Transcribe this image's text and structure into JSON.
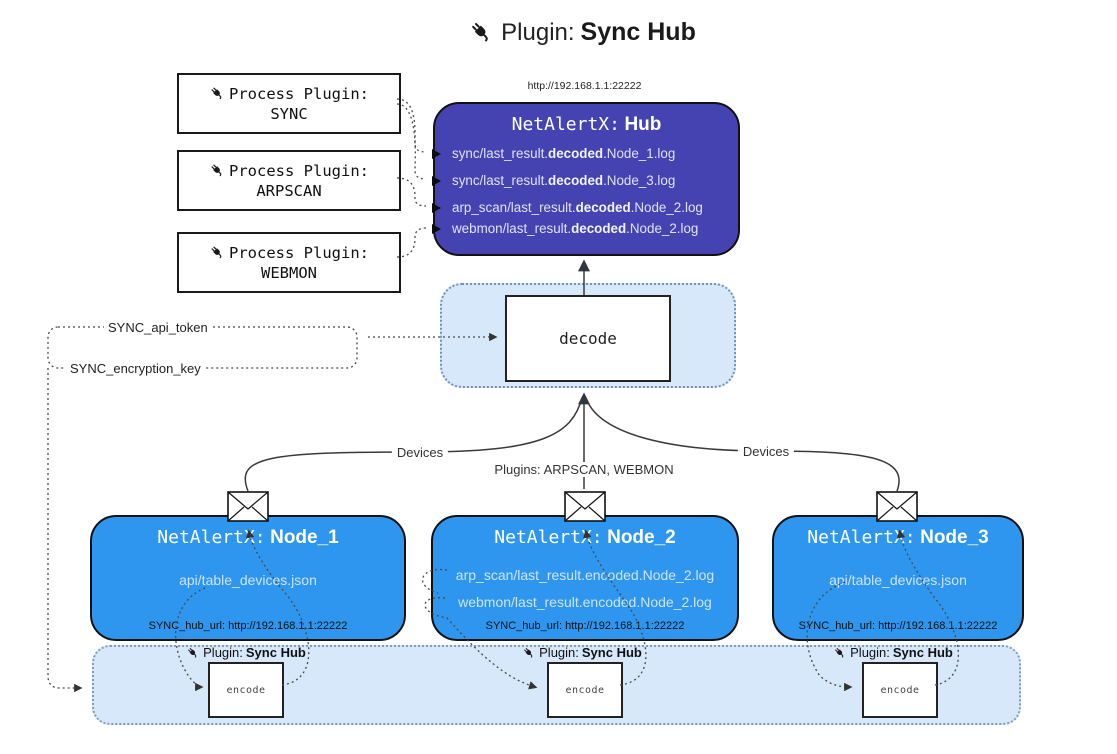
{
  "title": {
    "label": "Plugin:",
    "name": "Sync Hub"
  },
  "process_plugins": [
    {
      "label": "Process Plugin:",
      "name": "SYNC"
    },
    {
      "label": "Process Plugin:",
      "name": "ARPSCAN"
    },
    {
      "label": "Process Plugin:",
      "name": "WEBMON"
    }
  ],
  "hub": {
    "url": "http://192.168.1.1:22222",
    "title_label": "NetAlertX:",
    "title_name": "Hub",
    "entries": [
      {
        "pre": "sync/last_result.",
        "bold": "decoded",
        "post": ".Node_1.log"
      },
      {
        "pre": "sync/last_result.",
        "bold": "decoded",
        "post": ".Node_3.log"
      },
      {
        "pre": "arp_scan/last_result.",
        "bold": "decoded",
        "post": ".Node_2.log"
      },
      {
        "pre": "webmon/last_result.",
        "bold": "decoded",
        "post": ".Node_2.log"
      }
    ]
  },
  "decode_label": "decode",
  "settings": {
    "api_token": "SYNC_api_token",
    "encryption_key": "SYNC_encryption_key"
  },
  "edge_labels": {
    "devices_left": "Devices",
    "plugins_center": "Plugins: ARPSCAN, WEBMON",
    "devices_right": "Devices"
  },
  "nodes": [
    {
      "title_label": "NetAlertX:",
      "title_name": "Node_1",
      "files": [
        "api/table_devices.json"
      ],
      "hub_url": "SYNC_hub_url: http://192.168.1.1:22222"
    },
    {
      "title_label": "NetAlertX:",
      "title_name": "Node_2",
      "files": [
        "arp_scan/last_result.encoded.Node_2.log",
        "webmon/last_result.encoded.Node_2.log"
      ],
      "hub_url": "SYNC_hub_url: http://192.168.1.1:22222"
    },
    {
      "title_label": "NetAlertX:",
      "title_name": "Node_3",
      "files": [
        "api/table_devices.json"
      ],
      "hub_url": "SYNC_hub_url: http://192.168.1.1:22222"
    }
  ],
  "encode_band": {
    "plugin_label": "Plugin:",
    "plugin_name": "Sync Hub",
    "encode_label": "encode"
  },
  "icons": {
    "title_icon": "plug-icon",
    "process_icon": "plug-icon",
    "band_icon": "plug-icon",
    "mail_icon": "envelope-icon"
  },
  "colors": {
    "hub_bg": "#4443b1",
    "node_bg": "#2e96ee",
    "panel_bg": "#d6e8fa",
    "line": "#3a3a3a"
  }
}
